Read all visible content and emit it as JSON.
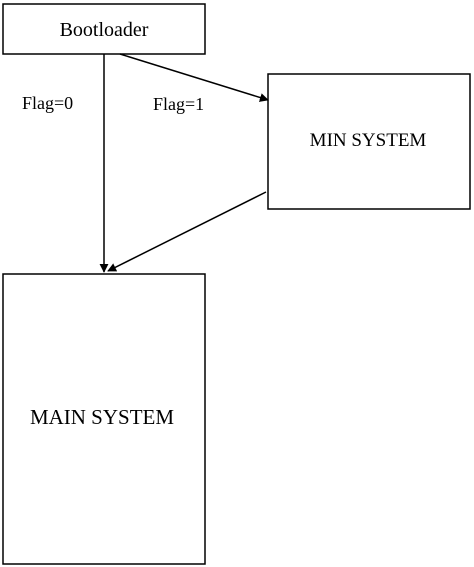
{
  "nodes": {
    "bootloader": {
      "label": "Bootloader"
    },
    "min_system": {
      "label": "MIN SYSTEM"
    },
    "main_system": {
      "label": "MAIN SYSTEM"
    }
  },
  "edges": {
    "bootloader_to_main": {
      "label": "Flag=0"
    },
    "bootloader_to_min": {
      "label": "Flag=1"
    },
    "min_to_main": {
      "label": ""
    }
  },
  "colors": {
    "stroke": "#000000",
    "background": "#ffffff"
  }
}
